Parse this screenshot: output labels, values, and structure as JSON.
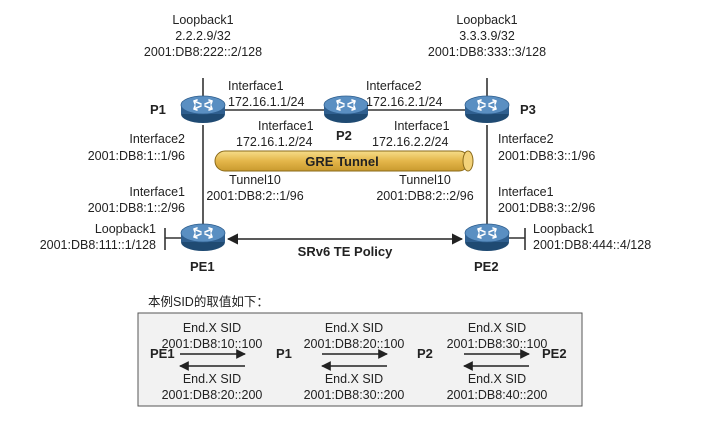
{
  "routers": {
    "p1": "P1",
    "p2": "P2",
    "p3": "P3",
    "pe1": "PE1",
    "pe2": "PE2"
  },
  "labels": {
    "p1_loopback_title": "Loopback1",
    "p1_loopback_ipv4": "2.2.2.9/32",
    "p1_loopback_ipv6": "2001:DB8:222::2/128",
    "p3_loopback_title": "Loopback1",
    "p3_loopback_ipv4": "3.3.3.9/32",
    "p3_loopback_ipv6": "2001:DB8:333::3/128",
    "p1_if1_name": "Interface1",
    "p1_if1_ip": "172.16.1.1/24",
    "p3_if2_name": "Interface2",
    "p3_if2_ip": "172.16.2.1/24",
    "p2_if1_name": "Interface1",
    "p2_if1_ip": "172.16.1.2/24",
    "p2_if1b_name": "Interface1",
    "p2_if1b_ip": "172.16.2.2/24",
    "p1_if2_name": "Interface2",
    "p1_if2_ip": "2001:DB8:1::1/96",
    "p3_if2b_name": "Interface2",
    "p3_if2b_ip": "2001:DB8:3::1/96",
    "gre_tunnel": "GRE Tunnel",
    "tunnel_left_name": "Tunnel10",
    "tunnel_left_ip": "2001:DB8:2::1/96",
    "tunnel_right_name": "Tunnel10",
    "tunnel_right_ip": "2001:DB8:2::2/96",
    "pe1_if1_name": "Interface1",
    "pe1_if1_ip": "2001:DB8:1::2/96",
    "pe2_if1_name": "Interface1",
    "pe2_if1_ip": "2001:DB8:3::2/96",
    "pe1_loopback_title": "Loopback1",
    "pe1_loopback_ipv6": "2001:DB8:111::1/128",
    "pe2_loopback_title": "Loopback1",
    "pe2_loopback_ipv6": "2001:DB8:444::4/128",
    "srv6_policy": "SRv6 TE Policy"
  },
  "sid_table": {
    "caption": "本例SID的取值如下：",
    "nodes": [
      "PE1",
      "P1",
      "P2",
      "PE2"
    ],
    "segments": [
      {
        "top_title": "End.X SID",
        "top_value": "2001:DB8:10::100",
        "bottom_title": "End.X SID",
        "bottom_value": "2001:DB8:20::200"
      },
      {
        "top_title": "End.X SID",
        "top_value": "2001:DB8:20::100",
        "bottom_title": "End.X SID",
        "bottom_value": "2001:DB8:30::200"
      },
      {
        "top_title": "End.X SID",
        "top_value": "2001:DB8:30::100",
        "bottom_title": "End.X SID",
        "bottom_value": "2001:DB8:40::200"
      }
    ]
  },
  "colors": {
    "router_body": "#2f5f8f",
    "router_top": "#4f86bb",
    "tunnel_fill": "#e8bf55",
    "tunnel_stroke": "#8a6a1a",
    "line": "#333333",
    "table_bg": "#f2f2f2",
    "table_border": "#555555"
  },
  "icons": {
    "router": "router-icon",
    "arrow": "arrow-icon"
  }
}
